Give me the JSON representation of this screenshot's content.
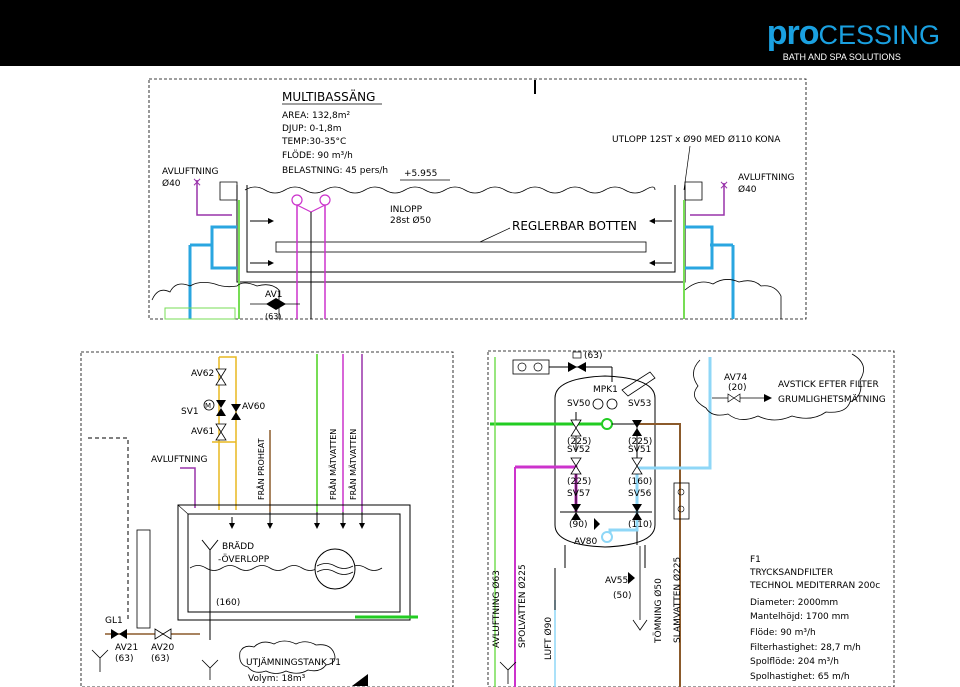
{
  "brand": {
    "pro": "pro",
    "cessing": "CESSING",
    "tagline": "BATH AND SPA SOLUTIONS"
  },
  "colors": {
    "blue": "#2aa6e0",
    "green": "#77dd55",
    "bright_green": "#22cc22",
    "magenta": "#cc33cc",
    "purple": "#9933aa",
    "yellow": "#e8b820",
    "brown": "#8b5a2b",
    "lightblue": "#8fd7f7"
  },
  "top": {
    "title": "MULTIBASSÄNG",
    "specs": [
      "AREA: 132,8m²",
      "DJUP: 0-1,8m",
      "TEMP:30-35°C",
      "FLÖDE: 90 m³/h",
      "BELASTNING: 45 pers/h"
    ],
    "level": "+5.955",
    "inlopp": [
      "INLOPP",
      "28st Ø50"
    ],
    "floor": "REGLERBAR BOTTEN",
    "outlet": "UTLOPP 12ST x Ø90 MED Ø110 KONA",
    "vent_left": [
      "AVLUFTNING",
      "Ø40"
    ],
    "vent_right": [
      "AVLUFTNING",
      "Ø40"
    ],
    "valve": "AV1",
    "valve_size": "(63)"
  },
  "left": {
    "valves": [
      "AV62",
      "SV1",
      "AV60",
      "AV61"
    ],
    "avluftning": "AVLUFTNING",
    "pipes": [
      "FRÅN PROHEAT",
      "FRÅN MÄTVATTEN",
      "FRÅN MÄTVATTEN"
    ],
    "bradd": [
      "BRÄDD",
      "-ÖVERLOPP"
    ],
    "size160": "(160)",
    "bottom_valves": [
      {
        "name": "GL1",
        "size": ""
      },
      {
        "name": "AV21",
        "size": "(63)"
      },
      {
        "name": "AV20",
        "size": "(63)"
      }
    ],
    "tank": "UTJÄMNINGSTANK T1",
    "volume": "Volym: 18m³"
  },
  "right": {
    "top_valve_size": "(63)",
    "mpk": "MPK1",
    "valves": [
      {
        "name": "SV50",
        "size": "(225)"
      },
      {
        "name": "SV53",
        "size": "(225)"
      },
      {
        "name": "SV52",
        "size": "(225)"
      },
      {
        "name": "SV51",
        "size": "(160)"
      },
      {
        "name": "SV57",
        "size": "(90)"
      },
      {
        "name": "SV56",
        "size": "(110)"
      }
    ],
    "av80": "AV80",
    "av55": [
      "AV55",
      "(50)"
    ],
    "av74": [
      "AV74",
      "(20)"
    ],
    "avstick": [
      "AVSTICK EFTER FILTER",
      "GRUMLIGHETSMÄTNING"
    ],
    "vertical": [
      "AVLUFTNING Ø63",
      "SPOLVATTEN Ø225",
      "LUFT Ø90",
      "TÖMNING Ø50",
      "SLAMVATTEN Ø225"
    ],
    "filter": {
      "id": "F1",
      "lines": [
        "TRYCKSANDFILTER",
        "TECHNOL MEDITERRAN 200c",
        "Diameter: 2000mm",
        "Mantelhöjd: 1700 mm",
        "Flöde: 90 m³/h",
        "Filterhastighet: 28,7 m/h",
        "Spolflöde: 204 m³/h",
        "Spolhastighet: 65 m/h"
      ]
    }
  }
}
